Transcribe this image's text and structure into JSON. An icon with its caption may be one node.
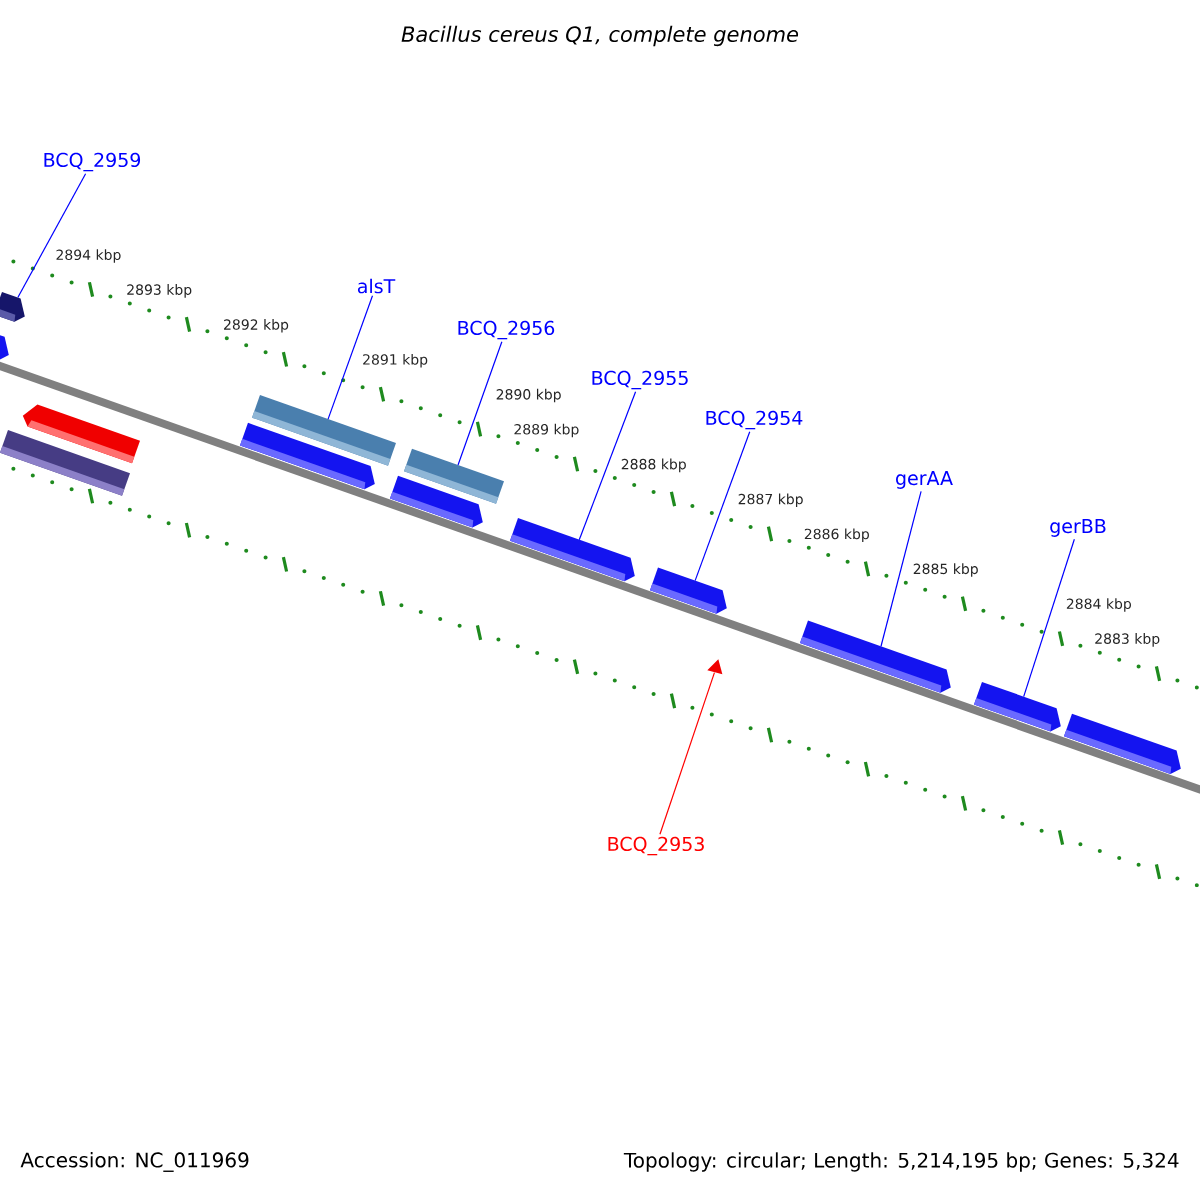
{
  "diagram": {
    "title": "Bacillus cereus Q1, complete genome",
    "nodes": [
      {
        "text": [
          "BCQ_2959"
        ]
      },
      {
        "text": [
          "alsT"
        ]
      },
      {
        "text": [
          "BCQ_2956"
        ]
      },
      {
        "text": [
          "BCQ_2955"
        ]
      },
      {
        "text": [
          "BCQ_2954"
        ]
      },
      {
        "text": [
          "gerAA"
        ]
      },
      {
        "text": [
          "gerBB"
        ]
      },
      {
        "text": [
          "BCQ_2953"
        ]
      },
      {
        "text": [],
        "shape": "box"
      },
      {
        "text": [],
        "shape": "box"
      },
      {
        "text": [],
        "shape": "box"
      },
      {
        "text": [],
        "shape": "box"
      },
      {
        "text": [],
        "shape": "box"
      },
      {
        "text": [],
        "shape": "box"
      },
      {
        "text": [],
        "shape": "box"
      },
      {
        "text": [],
        "shape": "box"
      },
      {
        "text": [],
        "shape": "box"
      },
      {
        "text": [],
        "shape": "box"
      },
      {
        "text": [],
        "shape": "box"
      },
      {
        "text": [],
        "shape": "box"
      },
      {
        "text": [],
        "shape": "box"
      },
      {
        "text": [],
        "shape": "triangle"
      }
    ],
    "edges": [
      {
        "from": 0,
        "to": 8,
        "arrow": "none"
      },
      {
        "from": 1,
        "to": 10,
        "arrow": "none"
      },
      {
        "from": 2,
        "to": 11,
        "arrow": "none"
      },
      {
        "from": 3,
        "to": 14,
        "arrow": "none"
      },
      {
        "from": 4,
        "to": 15,
        "arrow": "none"
      },
      {
        "from": 5,
        "to": 16,
        "arrow": "none"
      },
      {
        "from": 6,
        "to": 17,
        "arrow": "none"
      },
      {
        "from": 7,
        "to": 21,
        "arrow": "none",
        "color": "#ff0000"
      }
    ],
    "labels": [
      "2894 kbp",
      "2893 kbp",
      "2892 kbp",
      "2891 kbp",
      "2890 kbp",
      "2889 kbp",
      "2888 kbp",
      "2887 kbp",
      "2886 kbp",
      "2885 kbp",
      "2884 kbp",
      "2883 kbp",
      "Accession: NC_011969",
      "Topology: circular; Length: 5,214,195 bp; Genes: 5,324"
    ]
  }
}
